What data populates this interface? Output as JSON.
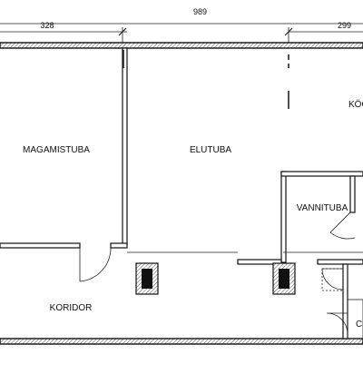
{
  "dimensions": {
    "overall": "989",
    "left_segment": "328",
    "right_segment": "299"
  },
  "rooms": {
    "magamistuba": "MAGAMISTUBA",
    "elutuba": "ELUTUBA",
    "kook": "KÖÖ",
    "vannituba": "VANNITUBA",
    "koridor": "KORIDOR",
    "right_edge": "C"
  }
}
